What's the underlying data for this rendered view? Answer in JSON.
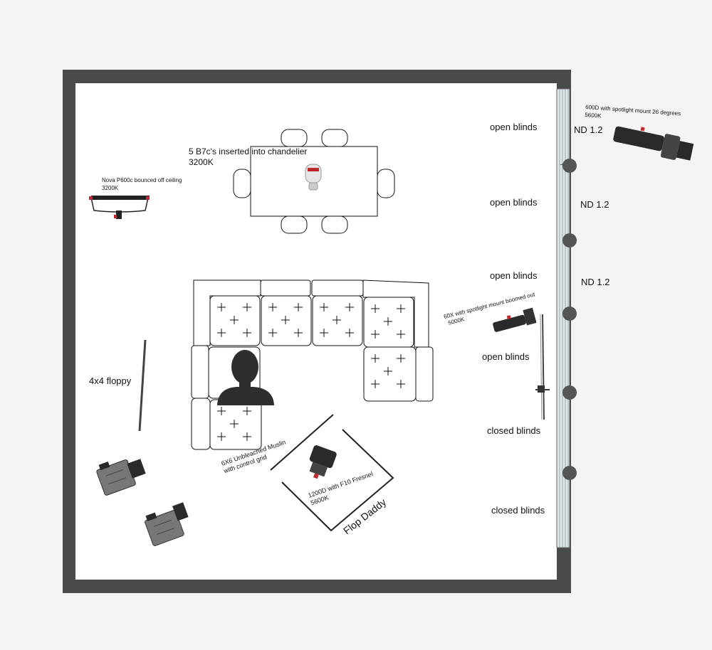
{
  "labels": {
    "chandelier_line1": "5 B7c's inserted into chandelier",
    "chandelier_line2": "3200K",
    "nova_line1": "Nova P600c bounced off ceiling",
    "nova_line2": "3200K",
    "floppy": "4x4 floppy",
    "muslin_line1": "6X6 Unbleached Muslin",
    "muslin_line2": "with control grid",
    "fresnel_line1": "1200D with F10 Fresnel",
    "fresnel_line2": "5600K",
    "flop_daddy": "Flop Daddy",
    "spot60x_line1": "60X with spotlight mount boomed out",
    "spot60x_line2": "5000K",
    "spot600d_line1": "600D with spotlight mount 26 degrees",
    "spot600d_line2": "5600K"
  },
  "windows": [
    {
      "blinds": "open blinds",
      "nd": "ND 1.2"
    },
    {
      "blinds": "open blinds",
      "nd": "ND 1.2"
    },
    {
      "blinds": "open blinds",
      "nd": "ND 1.2"
    },
    {
      "blinds": "open blinds",
      "nd": ""
    },
    {
      "blinds": "closed blinds",
      "nd": ""
    },
    {
      "blinds": "closed blinds",
      "nd": ""
    }
  ],
  "colors": {
    "wall": "#4a4a4c",
    "room_floor": "#ffffff",
    "background": "#f4f4f4",
    "fixture_dark": "#2a2a2a",
    "accent_red": "#c0282d",
    "window_glass": "#dfe6ea"
  },
  "icons": [
    "chandelier-bulb-icon",
    "person-silhouette-icon",
    "camera-icon",
    "light-fixture-icon",
    "c-stand-icon"
  ]
}
